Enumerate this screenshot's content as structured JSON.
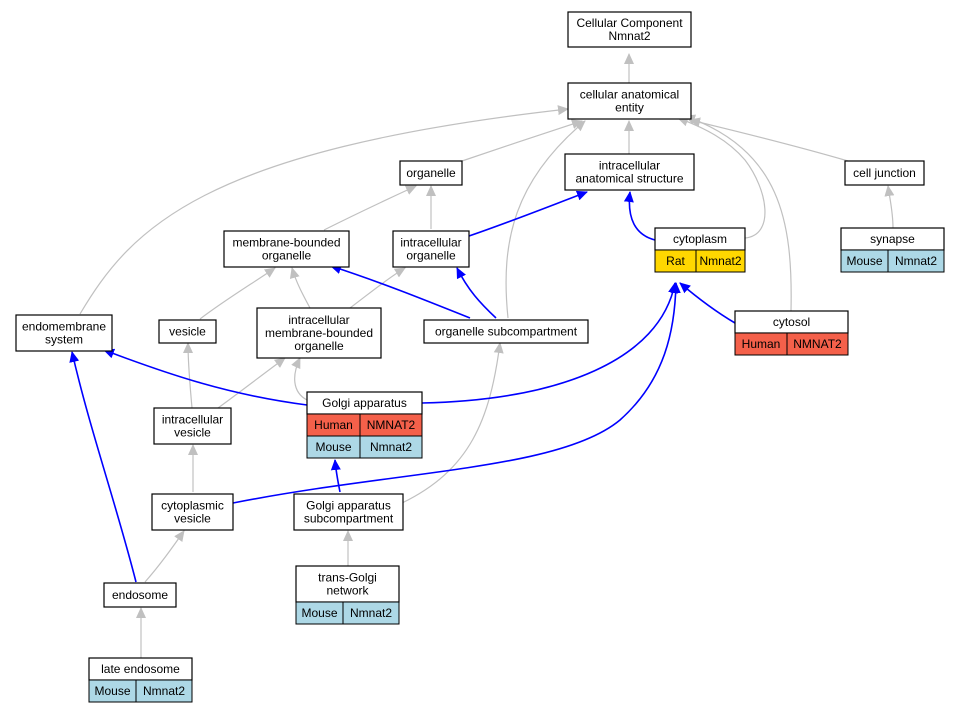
{
  "colors": {
    "human": "#f4604a",
    "mouse": "#add8e6",
    "rat": "#ffd700",
    "edge_is_a": "#c0c0c0",
    "edge_part_of": "#0000ff"
  },
  "nodes": {
    "root": {
      "lines": [
        "Cellular Component",
        "Nmnat2"
      ]
    },
    "cae": {
      "lines": [
        "cellular anatomical",
        "entity"
      ]
    },
    "organelle": {
      "lines": [
        "organelle"
      ]
    },
    "ias": {
      "lines": [
        "intracellular",
        "anatomical structure"
      ]
    },
    "celljunction": {
      "lines": [
        "cell junction"
      ]
    },
    "mbo": {
      "lines": [
        "membrane-bounded",
        "organelle"
      ]
    },
    "io": {
      "lines": [
        "intracellular",
        "organelle"
      ]
    },
    "cytoplasm": {
      "lines": [
        "cytoplasm"
      ],
      "tags": [
        {
          "species": "Rat",
          "gene": "Nmnat2"
        }
      ]
    },
    "synapse": {
      "lines": [
        "synapse"
      ],
      "tags": [
        {
          "species": "Mouse",
          "gene": "Nmnat2"
        }
      ]
    },
    "endo_sys": {
      "lines": [
        "endomembrane",
        "system"
      ]
    },
    "vesicle": {
      "lines": [
        "vesicle"
      ]
    },
    "imbo": {
      "lines": [
        "intracellular",
        "membrane-bounded",
        "organelle"
      ]
    },
    "osub": {
      "lines": [
        "organelle subcompartment"
      ]
    },
    "cytosol": {
      "lines": [
        "cytosol"
      ],
      "tags": [
        {
          "species": "Human",
          "gene": "NMNAT2"
        }
      ]
    },
    "golgi": {
      "lines": [
        "Golgi apparatus"
      ],
      "tags": [
        {
          "species": "Human",
          "gene": "NMNAT2"
        },
        {
          "species": "Mouse",
          "gene": "Nmnat2"
        }
      ]
    },
    "iv": {
      "lines": [
        "intracellular",
        "vesicle"
      ]
    },
    "cv": {
      "lines": [
        "cytoplasmic",
        "vesicle"
      ]
    },
    "gas": {
      "lines": [
        "Golgi apparatus",
        "subcompartment"
      ]
    },
    "endosome": {
      "lines": [
        "endosome"
      ]
    },
    "tgn": {
      "lines": [
        "trans-Golgi",
        "network"
      ],
      "tags": [
        {
          "species": "Mouse",
          "gene": "Nmnat2"
        }
      ]
    },
    "late_endo": {
      "lines": [
        "late endosome"
      ],
      "tags": [
        {
          "species": "Mouse",
          "gene": "Nmnat2"
        }
      ]
    }
  }
}
